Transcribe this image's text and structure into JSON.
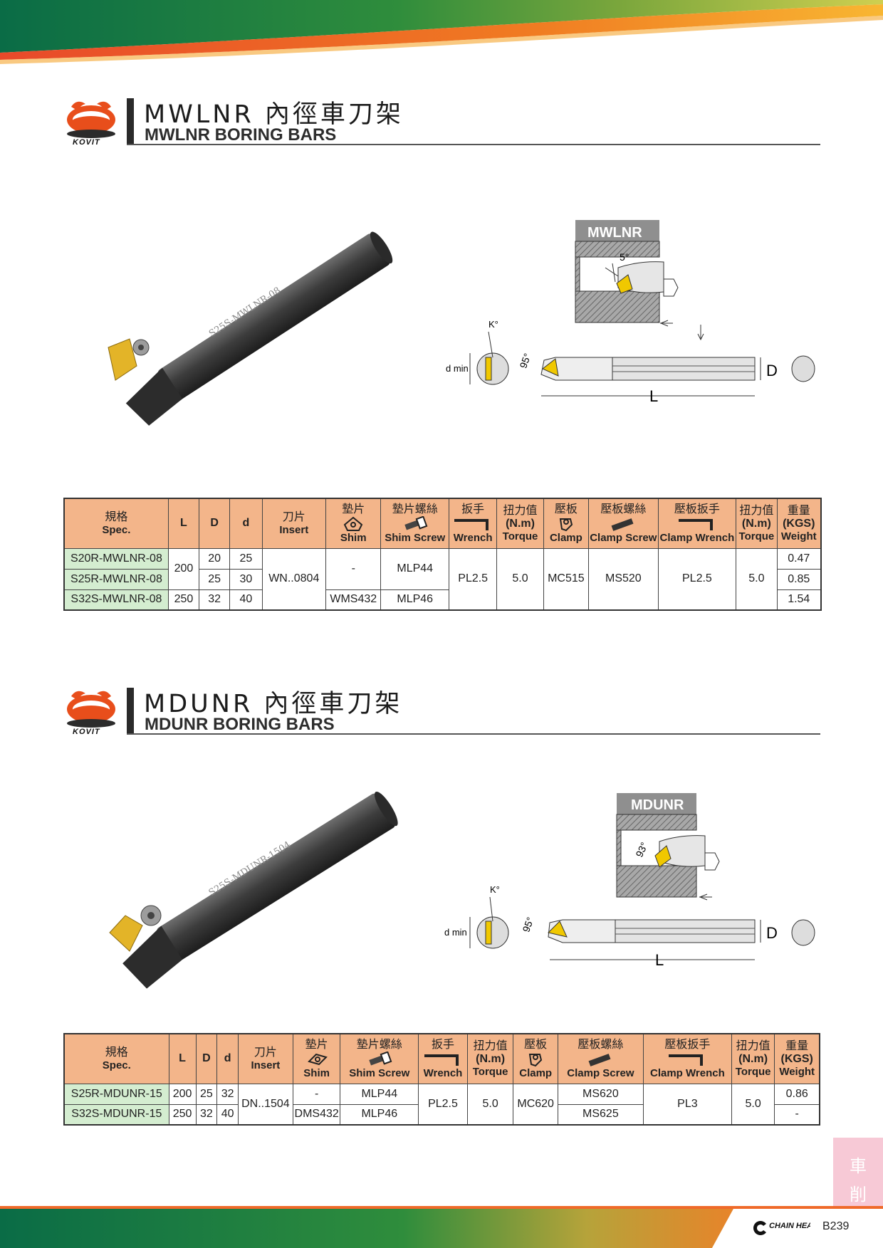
{
  "sections": [
    {
      "logo_text": "KOVIT",
      "title_cn": "MWLNR 內徑車刀架",
      "title_en": "MWLNR BORING BARS",
      "bar_marking": "S25S-MWLNR-08",
      "diagram": {
        "label": "MWLNR",
        "angle_top": "5°",
        "angle_k": "K°",
        "angle_side": "95°",
        "d_min": "d min",
        "D": "D",
        "L": "L"
      },
      "table": {
        "headers": {
          "spec_cn": "規格",
          "spec_en": "Spec.",
          "L": "L",
          "D": "D",
          "d": "d",
          "insert_cn": "刀片",
          "insert_en": "Insert",
          "shim_cn": "墊片",
          "shim_en": "Shim",
          "shim_screw_cn": "墊片螺絲",
          "shim_screw_en": "Shim Screw",
          "wrench_cn": "扳手",
          "wrench_en": "Wrench",
          "torque_cn": "扭力值",
          "torque_unit": "(N.m)",
          "torque_en": "Torque",
          "clamp_cn": "壓板",
          "clamp_en": "Clamp",
          "clamp_screw_cn": "壓板螺絲",
          "clamp_screw_en": "Clamp Screw",
          "clamp_wrench_cn": "壓板扳手",
          "clamp_wrench_en": "Clamp Wrench",
          "torque2_cn": "扭力值",
          "torque2_unit": "(N.m)",
          "torque2_en": "Torque",
          "weight_cn": "重量",
          "weight_unit": "(KGS)",
          "weight_en": "Weight"
        },
        "rows": [
          {
            "spec": "S20R-MWLNR-08",
            "D": "20",
            "d": "25",
            "weight": "0.47"
          },
          {
            "spec": "S25R-MWLNR-08",
            "D": "25",
            "d": "30",
            "weight": "0.85"
          },
          {
            "spec": "S32S-MWLNR-08",
            "L": "250",
            "D": "32",
            "d": "40",
            "shim": "WMS432",
            "shim_screw": "MLP46",
            "weight": "1.54"
          }
        ],
        "L_merged": "200",
        "insert": "WN..0804",
        "shim_merged": "-",
        "shim_screw_merged": "MLP44",
        "wrench": "PL2.5",
        "torque": "5.0",
        "clamp": "MC515",
        "clamp_screw": "MS520",
        "clamp_wrench": "PL2.5",
        "torque2": "5.0"
      }
    },
    {
      "logo_text": "KOVIT",
      "title_cn": "MDUNR 內徑車刀架",
      "title_en": "MDUNR BORING BARS",
      "bar_marking": "S25S-MDUNR-1504",
      "diagram": {
        "label": "MDUNR",
        "angle_top": "93°",
        "angle_k": "K°",
        "angle_side": "95°",
        "d_min": "d min",
        "D": "D",
        "L": "L"
      },
      "table": {
        "headers": {
          "spec_cn": "規格",
          "spec_en": "Spec.",
          "L": "L",
          "D": "D",
          "d": "d",
          "insert_cn": "刀片",
          "insert_en": "Insert",
          "shim_cn": "墊片",
          "shim_en": "Shim",
          "shim_screw_cn": "墊片螺絲",
          "shim_screw_en": "Shim Screw",
          "wrench_cn": "扳手",
          "wrench_en": "Wrench",
          "torque_cn": "扭力值",
          "torque_unit": "(N.m)",
          "torque_en": "Torque",
          "clamp_cn": "壓板",
          "clamp_en": "Clamp",
          "clamp_screw_cn": "壓板螺絲",
          "clamp_screw_en": "Clamp Screw",
          "clamp_wrench_cn": "壓板扳手",
          "clamp_wrench_en": "Clamp Wrench",
          "torque2_cn": "扭力值",
          "torque2_unit": "(N.m)",
          "torque2_en": "Torque",
          "weight_cn": "重量",
          "weight_unit": "(KGS)",
          "weight_en": "Weight"
        },
        "rows": [
          {
            "spec": "S25R-MDUNR-15",
            "L": "200",
            "D": "25",
            "d": "32",
            "shim": "-",
            "shim_screw": "MLP44",
            "clamp_screw": "MS620",
            "weight": "0.86"
          },
          {
            "spec": "S32S-MDUNR-15",
            "L": "250",
            "D": "32",
            "d": "40",
            "shim": "DMS432",
            "shim_screw": "MLP46",
            "clamp_screw": "MS625",
            "weight": "-"
          }
        ],
        "insert": "DN..1504",
        "wrench": "PL2.5",
        "torque": "5.0",
        "clamp": "MC620",
        "clamp_wrench": "PL3",
        "torque2": "5.0"
      }
    }
  ],
  "side_tab": {
    "line1": "車",
    "line2": "削"
  },
  "footer": {
    "brand": "CHAIN HEADWAY",
    "page": "B239"
  },
  "colors": {
    "header_fill": "#f3b58a",
    "model_fill": "#d4edd0",
    "accent_orange": "#ef5a24",
    "accent_green": "#0b8a5e",
    "insert_gold": "#f0c800"
  }
}
